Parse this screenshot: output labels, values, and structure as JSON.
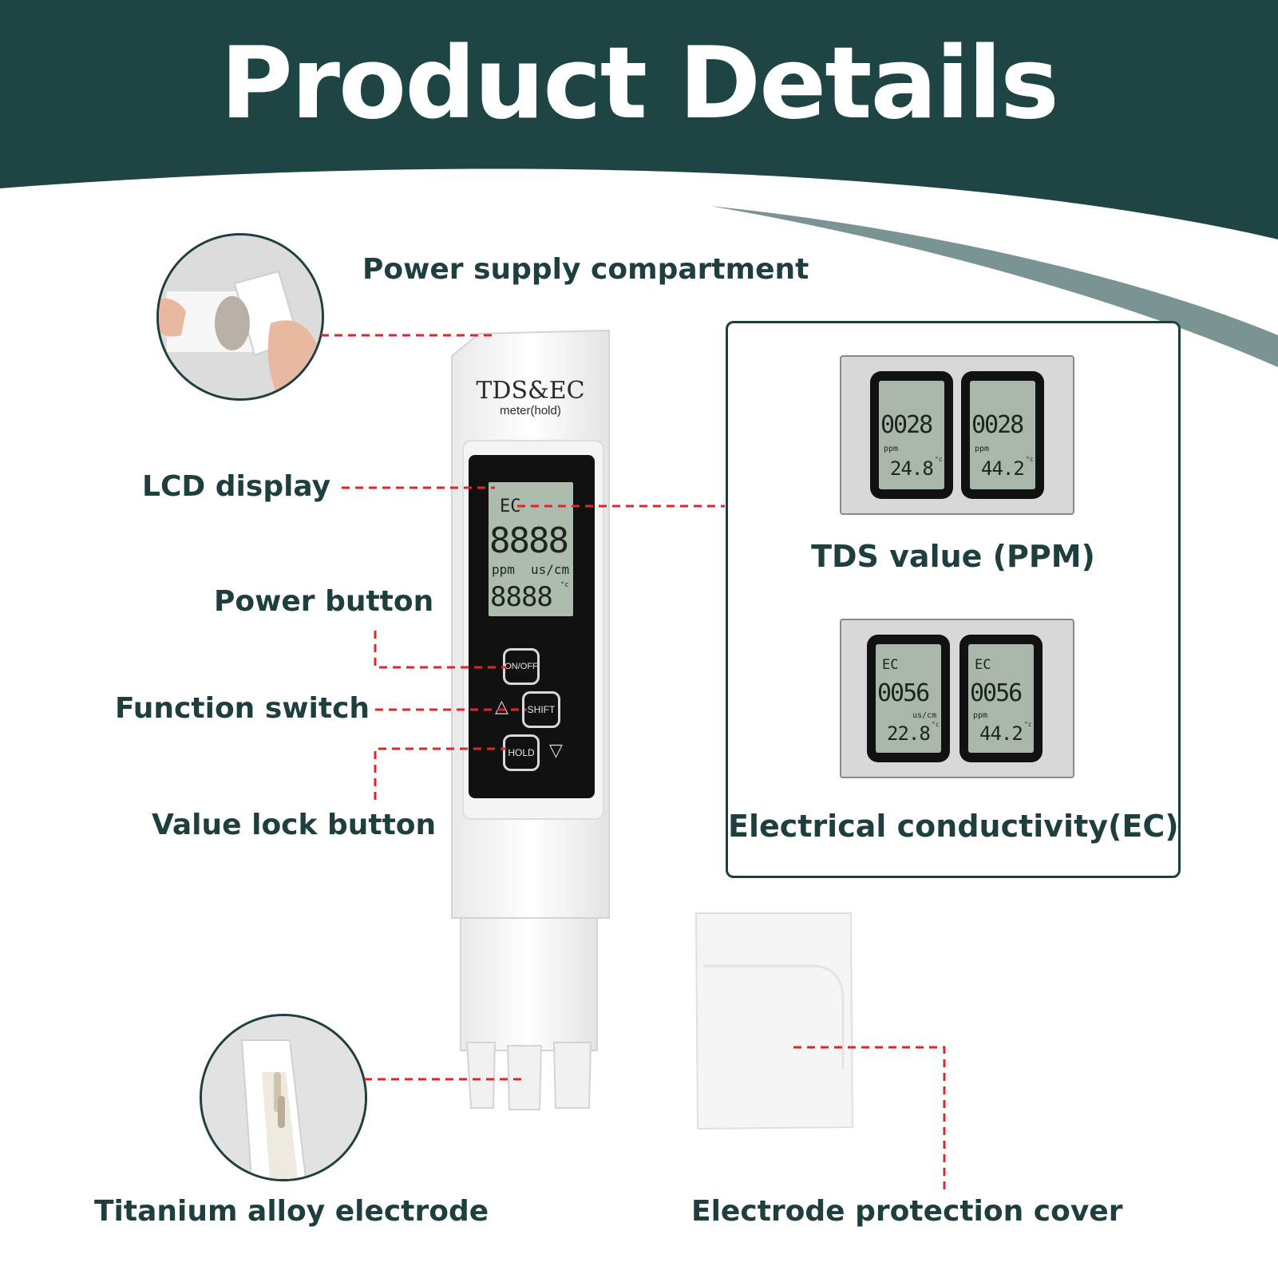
{
  "header": {
    "title": "Product Details"
  },
  "colors": {
    "primary": "#1e4444",
    "accent_sweep": "#7a9393",
    "dash_line": "#e0262b",
    "label_text": "#1f3f3f"
  },
  "callouts": {
    "power_supply": "Power supply compartment",
    "lcd_display": "LCD display",
    "power_button": "Power button",
    "function_switch": "Function switch",
    "value_lock": "Value lock button",
    "electrode": "Titanium alloy electrode",
    "cover": "Electrode protection cover"
  },
  "meter": {
    "brand": "TDS&EC",
    "model": "meter(hold)",
    "lcd": {
      "mode": "EC",
      "main_digits": "8888",
      "unit_left": "ppm",
      "unit_right": "us/cm",
      "temp_digits": "8888",
      "temp_unit": "°c"
    },
    "buttons": {
      "on_off": "ON/OFF",
      "shift": "SHIFT",
      "hold": "HOLD",
      "up": "△",
      "down": "▽"
    }
  },
  "tds_panel": {
    "caption": "TDS value (PPM)",
    "screens": [
      {
        "value": "0028",
        "unit": "ppm",
        "temp": "24.8",
        "temp_unit": "°c"
      },
      {
        "value": "0028",
        "unit": "ppm",
        "temp": "44.2",
        "temp_unit": "°c"
      }
    ]
  },
  "ec_panel": {
    "caption": "Electrical conductivity(EC)",
    "screens": [
      {
        "mode": "EC",
        "value": "0056",
        "unit": "us/cm",
        "temp": "22.8",
        "temp_unit": "°c"
      },
      {
        "mode": "EC",
        "value": "0056",
        "unit": "ppm",
        "temp": "44.2",
        "temp_unit": "°c"
      }
    ]
  }
}
